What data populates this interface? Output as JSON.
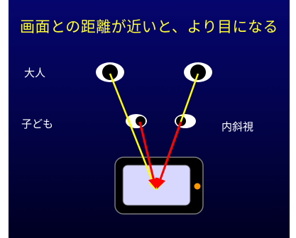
{
  "title": "画面との距離が近いと、より目になる",
  "labels": {
    "adult": "大人",
    "child": "子ども",
    "strabismus": "内斜視"
  },
  "colors": {
    "background": "#05056e",
    "title": "#ffff33",
    "adult_sightline": "#ffff00",
    "child_sightline": "#ff0000",
    "device_screen": "#d8d8ff",
    "device_button": "#ff9900"
  },
  "icons": {
    "eye": "eye-icon",
    "device": "smartphone-icon"
  }
}
